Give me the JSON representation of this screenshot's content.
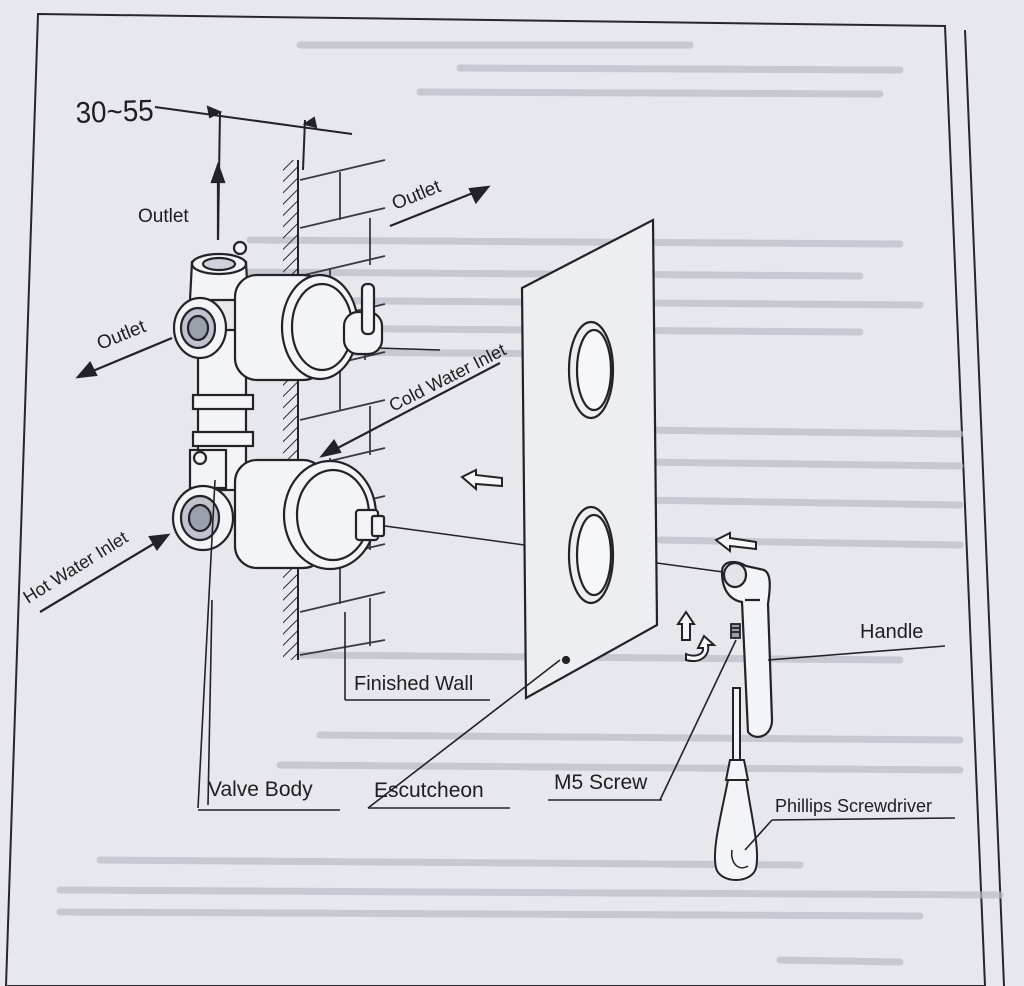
{
  "dimension": "30~55",
  "labels": {
    "outlet_top": "Outlet",
    "outlet_right": "Outlet",
    "outlet_left": "Outlet",
    "cold_water_inlet": "Cold Water Inlet",
    "hot_water_inlet": "Hot Water Inlet",
    "handle": "Handle",
    "finished_wall": "Finished Wall",
    "valve_body": "Valve Body",
    "escutcheon": "Escutcheon",
    "m5_screw": "M5 Screw",
    "phillips_screwdriver": "Phillips Screwdriver"
  },
  "colors": {
    "paper": "#e6e8ee",
    "ink": "#222228",
    "background": "#c9cdd6"
  }
}
